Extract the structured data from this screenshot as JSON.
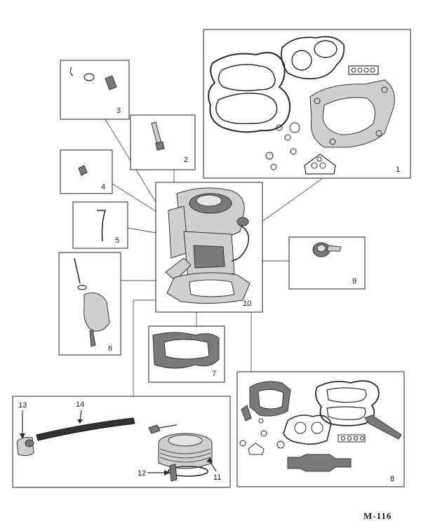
{
  "callouts": {
    "c1": "1",
    "c2": "2",
    "c3": "3",
    "c4": "4",
    "c5": "5",
    "c6": "6",
    "c7": "7",
    "c8": "8",
    "c9": "9",
    "c10": "10",
    "c11": "11",
    "c12": "12",
    "c13": "13",
    "c14": "14"
  },
  "figure_id": "M-116"
}
